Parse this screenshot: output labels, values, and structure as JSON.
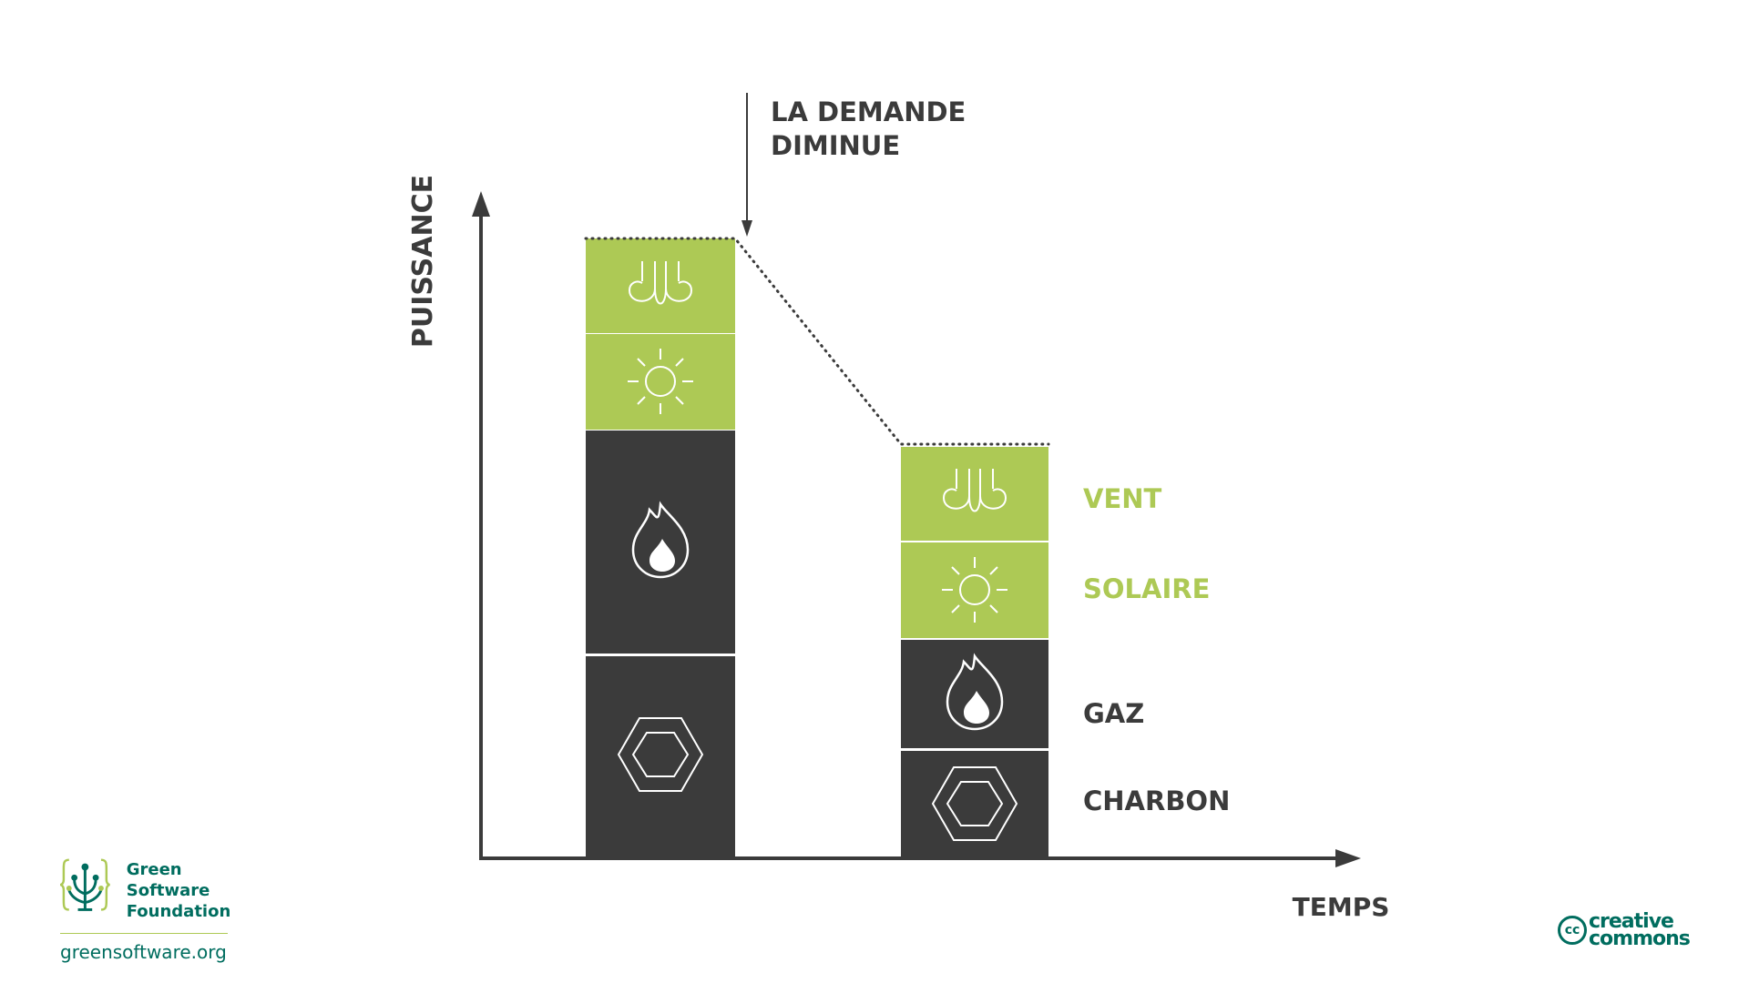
{
  "diagram": {
    "y_axis_label": "PUISSANCE",
    "x_axis_label": "TEMPS",
    "annotation_line1": "LA DEMANDE",
    "annotation_line2": "DIMINUE",
    "legend": {
      "vent": "VENT",
      "solaire": "SOLAIRE",
      "gaz": "GAZ",
      "charbon": "CHARBON"
    },
    "colors": {
      "renewable": "#adc955",
      "fossil": "#3b3b3b",
      "axis": "#3b3b3b",
      "brand": "#006d5f"
    },
    "icons": [
      "wind-icon",
      "sun-icon",
      "flame-icon",
      "coal-icon"
    ]
  },
  "branding": {
    "gsf_name_line1": "Green",
    "gsf_name_line2": "Software",
    "gsf_name_line3": "Foundation",
    "gsf_url": "greensoftware.org",
    "cc_mark": "cc",
    "cc_line1": "creative",
    "cc_line2": "commons"
  }
}
